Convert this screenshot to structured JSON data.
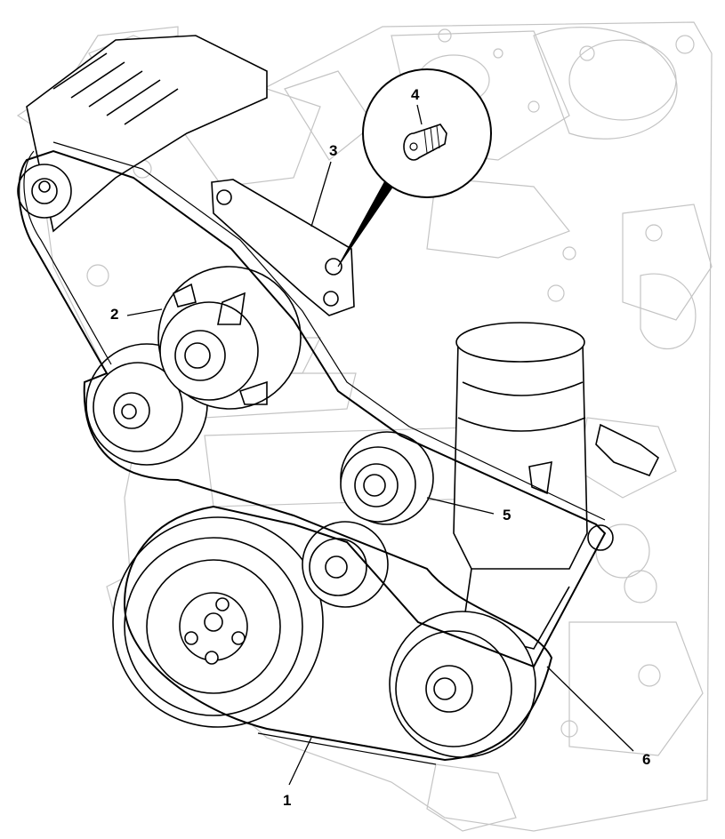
{
  "diagram": {
    "callouts": [
      {
        "id": "1",
        "label": "1"
      },
      {
        "id": "2",
        "label": "2"
      },
      {
        "id": "3",
        "label": "3"
      },
      {
        "id": "4",
        "label": "4"
      },
      {
        "id": "5",
        "label": "5"
      },
      {
        "id": "6",
        "label": "6"
      }
    ]
  },
  "colors": {
    "ink": "#000000",
    "ghost": "#c4c4c4",
    "background": "#ffffff"
  }
}
